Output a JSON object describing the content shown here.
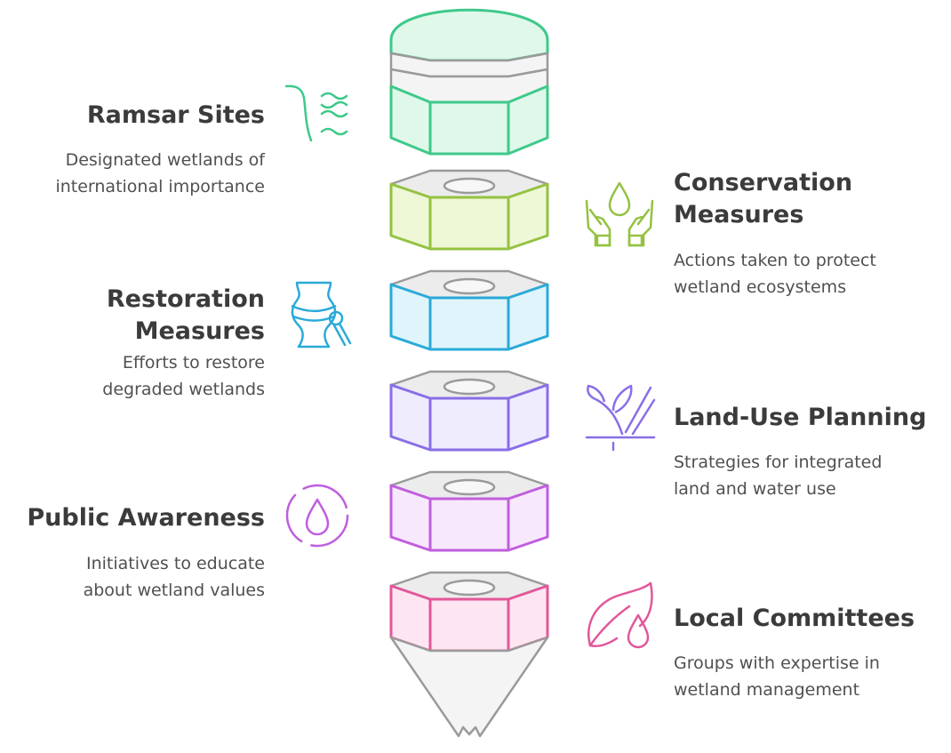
{
  "items": [
    {
      "title": "Ramsar Sites",
      "description": [
        "Designated wetlands of",
        "international importance"
      ],
      "color": "#3ec98a",
      "fill": "#dff8ea",
      "icon": "water-waves-icon"
    },
    {
      "title": "Conservation Measures",
      "title_lines": [
        "Conservation",
        "Measures"
      ],
      "description": [
        "Actions taken to protect",
        "wetland ecosystems"
      ],
      "color": "#94c241",
      "fill": "#eef7d6",
      "icon": "hands-protecting-drop-icon"
    },
    {
      "title": "Restoration Measures",
      "title_lines": [
        "Restoration",
        "Measures"
      ],
      "description": [
        "Efforts to restore",
        "degraded wetlands"
      ],
      "color": "#2aaad8",
      "fill": "#e0f4fb",
      "icon": "vase-with-brush-icon"
    },
    {
      "title": "Land-Use Planning",
      "description": [
        "Strategies for integrated",
        "land and water use"
      ],
      "color": "#8a6ee6",
      "fill": "#efecfd",
      "icon": "plant-on-ground-icon"
    },
    {
      "title": "Public Awareness",
      "description": [
        "Initiatives to educate",
        "about wetland values"
      ],
      "color": "#c05ede",
      "fill": "#f8e8fc",
      "icon": "water-drop-circle-icon"
    },
    {
      "title": "Local Committees",
      "description": [
        "Groups with expertise in",
        "wetland management"
      ],
      "color": "#e2579a",
      "fill": "#fde6f1",
      "icon": "leaf-with-drop-icon"
    }
  ],
  "neutral": {
    "stroke": "#9a9a9a",
    "fill": "#ececec",
    "fill_light": "#f4f4f4"
  }
}
